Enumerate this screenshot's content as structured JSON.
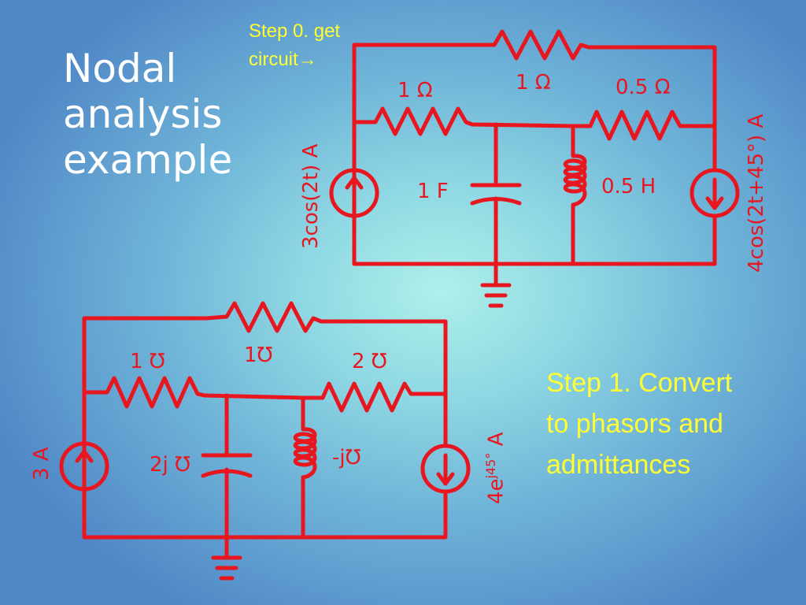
{
  "slide": {
    "title_lines": [
      "Nodal",
      "analysis",
      "example"
    ],
    "step0_lines": [
      "Step 0. get",
      "circuit→"
    ],
    "step1_lines": [
      "Step 1. Convert",
      "to phasors and",
      "admittances"
    ]
  },
  "colors": {
    "circuit": "#e8161e",
    "title": "#ffffff",
    "notes": "#ffff33"
  },
  "circuit_time": {
    "source_left": "3cos(2t) A",
    "resistor_top": "1 Ω",
    "resistor_left": "1 Ω",
    "resistor_right": "0.5 Ω",
    "capacitor": "1 F",
    "inductor": "0.5 H",
    "source_right": "4cos(2t+45°) A"
  },
  "circuit_phasor": {
    "source_left": "3 A",
    "resistor_top": "1℧",
    "resistor_left": "1 ℧",
    "resistor_right": "2 ℧",
    "capacitor": "2j ℧",
    "inductor": "-j℧",
    "source_right_base": "4e",
    "source_right_exp": "j45°",
    "source_right_unit": " A"
  }
}
